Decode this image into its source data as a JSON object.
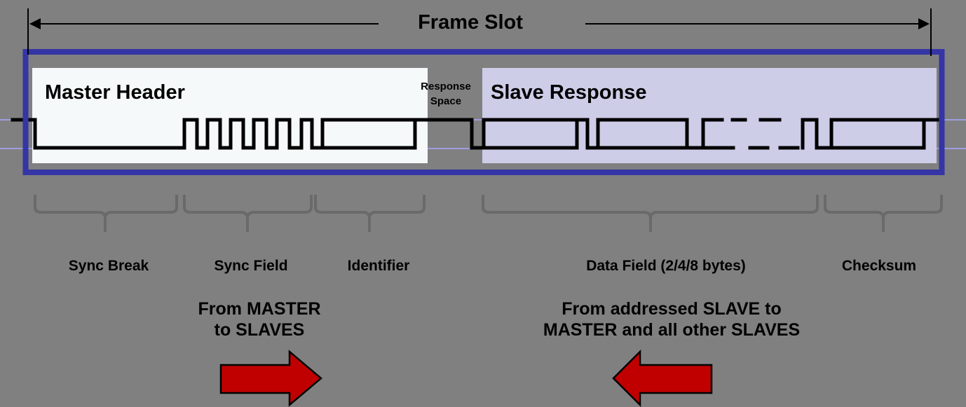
{
  "title": "Frame Slot",
  "frame": {
    "master_header_label": "Master Header",
    "response_space_label": "Response Space",
    "slave_response_label": "Slave Response"
  },
  "fields": [
    {
      "label": "Sync Break"
    },
    {
      "label": "Sync Field"
    },
    {
      "label": "Identifier"
    },
    {
      "label": "Data Field (2/4/8 bytes)"
    },
    {
      "label": "Checksum"
    }
  ],
  "directions": [
    {
      "text": "From MASTER\nto SLAVES",
      "arrow": "right"
    },
    {
      "text": "From addressed SLAVE to\nMASTER and all other SLAVES",
      "arrow": "left"
    }
  ],
  "colors": {
    "background": "#808080",
    "frame_border": "#3535a5",
    "master_header_bg": "#f5f9f9",
    "slave_response_bg": "#cdcde8",
    "level_line": "#9d9de0",
    "waveform": "#000000",
    "brace": "#6a6a6a",
    "arrow_red": "#c00000"
  }
}
